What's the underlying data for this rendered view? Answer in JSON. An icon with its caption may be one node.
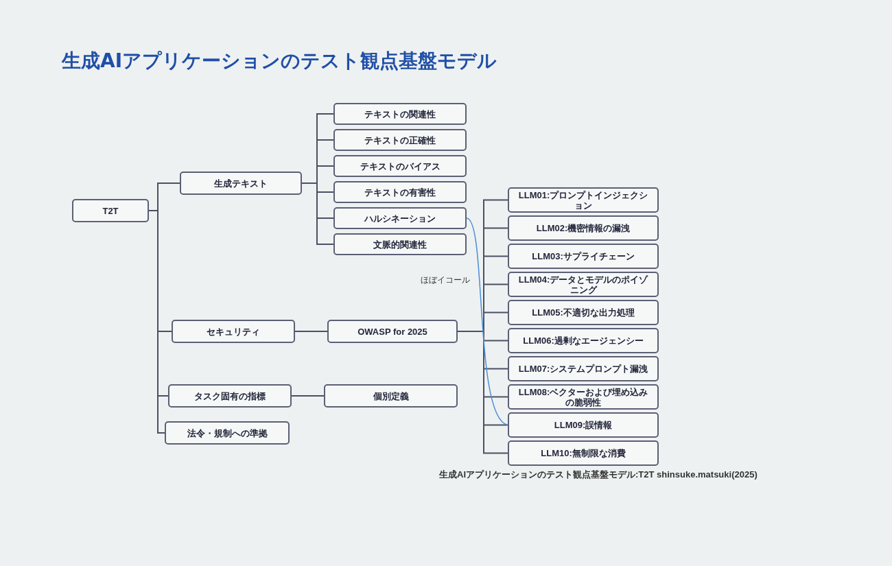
{
  "diagram": {
    "title": "生成AIアプリケーションのテスト観点基盤モデル",
    "caption": "生成AIアプリケーションのテスト観点基盤モデル:T2T shinsuke.matsuki(2025)",
    "nodes": [
      {
        "text": [
          "T2T"
        ]
      },
      {
        "text": [
          "生成テキスト"
        ]
      },
      {
        "text": [
          "テキストの関連性"
        ]
      },
      {
        "text": [
          "テキストの正確性"
        ]
      },
      {
        "text": [
          "テキストのバイアス"
        ]
      },
      {
        "text": [
          "テキストの有害性"
        ]
      },
      {
        "text": [
          "ハルシネーション"
        ]
      },
      {
        "text": [
          "文脈的関連性"
        ]
      },
      {
        "text": [
          "セキュリティ"
        ]
      },
      {
        "text": [
          "OWASP for 2025"
        ]
      },
      {
        "text": [
          "タスク固有の指標"
        ]
      },
      {
        "text": [
          "個別定義"
        ]
      },
      {
        "text": [
          "法令・規制への準拠"
        ]
      },
      {
        "text": [
          "LLM01:プロンプトインジェクション"
        ]
      },
      {
        "text": [
          "LLM02:機密情報の漏洩"
        ]
      },
      {
        "text": [
          "LLM03:サプライチェーン"
        ]
      },
      {
        "text": [
          "LLM04:データとモデルのポイゾニング"
        ]
      },
      {
        "text": [
          "LLM05:不適切な出力処理"
        ]
      },
      {
        "text": [
          "LLM06:過剰なエージェンシー"
        ]
      },
      {
        "text": [
          "LLM07:システムプロンプト漏洩"
        ]
      },
      {
        "text": [
          "LLM08:ベクターおよび埋め込みの脆弱性"
        ]
      },
      {
        "text": [
          "LLM09:誤情報"
        ]
      },
      {
        "text": [
          "LLM10:無制限な消費"
        ]
      }
    ],
    "edges": [
      {
        "from": 0,
        "to": 1,
        "arrow": "none"
      },
      {
        "from": 0,
        "to": 8,
        "arrow": "none"
      },
      {
        "from": 0,
        "to": 10,
        "arrow": "none"
      },
      {
        "from": 0,
        "to": 12,
        "arrow": "none"
      },
      {
        "from": 1,
        "to": 2,
        "arrow": "none"
      },
      {
        "from": 1,
        "to": 3,
        "arrow": "none"
      },
      {
        "from": 1,
        "to": 4,
        "arrow": "none"
      },
      {
        "from": 1,
        "to": 5,
        "arrow": "none"
      },
      {
        "from": 1,
        "to": 6,
        "arrow": "none"
      },
      {
        "from": 1,
        "to": 7,
        "arrow": "none"
      },
      {
        "from": 8,
        "to": 9,
        "arrow": "none"
      },
      {
        "from": 9,
        "to": 13,
        "arrow": "none"
      },
      {
        "from": 9,
        "to": 14,
        "arrow": "none"
      },
      {
        "from": 9,
        "to": 15,
        "arrow": "none"
      },
      {
        "from": 9,
        "to": 16,
        "arrow": "none"
      },
      {
        "from": 9,
        "to": 17,
        "arrow": "none"
      },
      {
        "from": 9,
        "to": 18,
        "arrow": "none"
      },
      {
        "from": 9,
        "to": 19,
        "arrow": "none"
      },
      {
        "from": 9,
        "to": 20,
        "arrow": "none"
      },
      {
        "from": 9,
        "to": 21,
        "arrow": "none"
      },
      {
        "from": 9,
        "to": 22,
        "arrow": "none"
      },
      {
        "from": 10,
        "to": 11,
        "arrow": "none"
      },
      {
        "from": 6,
        "to": 21,
        "arrow": "none",
        "label": "ほぼイコール",
        "color": "#4a8fd6"
      }
    ]
  }
}
